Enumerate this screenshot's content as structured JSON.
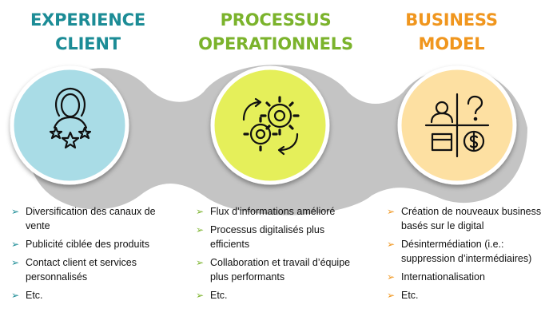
{
  "columns": [
    {
      "title_line1": "EXPERIENCE",
      "title_line2": "CLIENT",
      "color": "#1c8c96",
      "circle_color": "#a9dce6",
      "icon": "person-stars-icon",
      "bullets": [
        "Diversification des canaux de vente",
        "Publicité ciblée des produits",
        "Contact client et services personnalisés",
        "Etc."
      ]
    },
    {
      "title_line1": "PROCESSUS",
      "title_line2": "OPERATIONNELS",
      "color": "#7bb32c",
      "circle_color": "#e5ef5a",
      "icon": "gears-cycle-icon",
      "bullets": [
        "Flux d’informations amélioré",
        "Processus digitalisés plus efficients",
        "Collaboration et travail d’équipe plus performants",
        "Etc."
      ]
    },
    {
      "title_line1": "BUSINESS",
      "title_line2": "MODEL",
      "color": "#f0961e",
      "circle_color": "#fde0a2",
      "icon": "business-model-grid-icon",
      "bullets": [
        "Création de nouveaux business basés sur le digital",
        "Désintermédiation (i.e.: suppression d’intermédiaires)",
        "Internationalisation",
        "Etc."
      ]
    }
  ],
  "chain_color": "#c4c4c4"
}
